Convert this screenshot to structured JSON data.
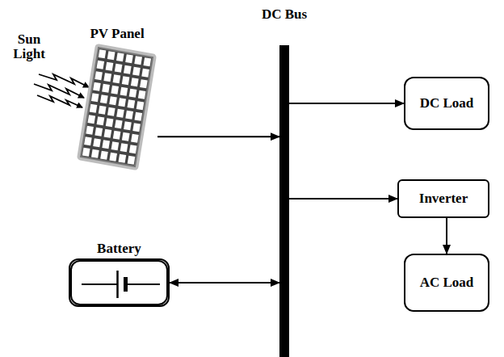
{
  "diagram": {
    "nodes": [
      {
        "text": [
          "DC Bus"
        ]
      },
      {
        "text": [
          "PV Panel"
        ]
      },
      {
        "text": [
          "DC Load"
        ]
      },
      {
        "text": [
          "Inverter"
        ]
      },
      {
        "text": [
          "AC Load"
        ]
      },
      {
        "text": [
          "Battery"
        ]
      }
    ],
    "edges": [
      {
        "from": 1,
        "to": 0,
        "arrow": "to"
      },
      {
        "from": 0,
        "to": 2,
        "arrow": "to"
      },
      {
        "from": 0,
        "to": 3,
        "arrow": "to"
      },
      {
        "from": 3,
        "to": 4,
        "arrow": "to"
      },
      {
        "from": 5,
        "to": 0,
        "arrow": "both"
      }
    ],
    "labels": [
      "Sun Light"
    ]
  }
}
